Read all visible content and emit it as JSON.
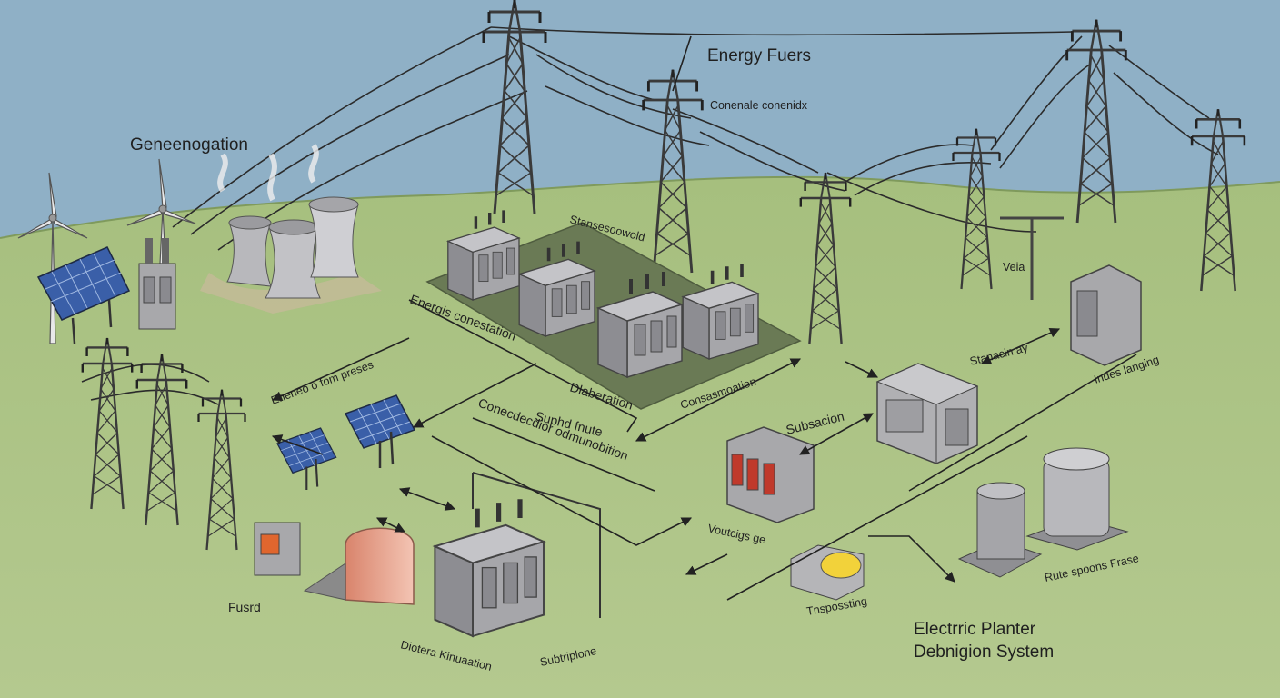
{
  "labels": {
    "energy_fuers": "Energy Fuers",
    "conenale": "Conenale conenidx",
    "generation": "Geneenogation",
    "stanseoowold": "Stansesoowold",
    "energis_conversion": "Energis conestation",
    "eneneo_fom": "Eneneo o fom preses",
    "dlaberation": "Dlaberation",
    "consustoration": "Consasmoation",
    "suphd_fnute": "Suphd fnute",
    "conecdecdir": "Conecdecdior odmunobition",
    "veia": "Veia",
    "stanacin": "Stanacin ay",
    "indes": "Indes langing",
    "subsacion": "Subsacion",
    "voutcigs": "Voutcigs ge",
    "fusrd": "Fusrd",
    "diotera": "Diotera Kinuaation",
    "subtriplone": "Subtriplone",
    "tnspossting": "Tnspossting",
    "rute_spoons": "Rute spoons Frase",
    "title_line1": "Electrric Planter",
    "title_line2": "Debnigion System"
  },
  "colors": {
    "sky": "#8fb0c6",
    "ground": "#a9c283",
    "ground_dark": "#94b06c",
    "pad": "#6a7a55",
    "tower": "#3a3a3a",
    "equipment": "#a8a8ab",
    "solar": "#3a5fa8",
    "text": "#1f1f1f",
    "arrow": "#222222"
  }
}
